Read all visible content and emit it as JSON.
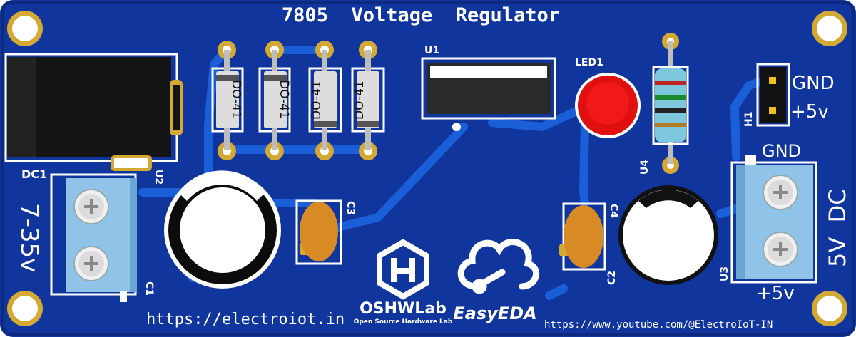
{
  "board": {
    "title": "7805  Voltage  Regulator",
    "url_left": "https://electroiot.in",
    "url_right": "https://www.youtube.com/@ElectroIoT-IN",
    "colors": {
      "pcb": "#10369e",
      "pcb_edge": "#0d2a80",
      "trace": "#1a5fd8",
      "silk": "#ffffff",
      "pad": "#d4a933",
      "terminal": "#8fc4e8",
      "cap_tan": "#d88a25",
      "led_red": "#e01010",
      "resistor": "#7ec8de"
    }
  },
  "labels": {
    "dc1": "DC1",
    "u1": "U1",
    "u2": "U2",
    "u3": "U3",
    "u4": "U4",
    "h1": "H1",
    "led1": "LED1",
    "c1": "C1",
    "c2": "C2",
    "c3": "C3",
    "c4": "C4",
    "diodes": [
      "DO-41",
      "DO-41",
      "DO-41",
      "DO-41"
    ],
    "input_range": "7-35v",
    "gnd_header": "GND",
    "v5_header": "+5v",
    "gnd_terminal": "GND",
    "v5_terminal": "+5v",
    "dc_5v": "5V  DC"
  },
  "logos": {
    "oshw_main": "OSHWLab",
    "oshw_sub": "Open Source Hardware Lab",
    "easyeda": "EasyEDA"
  },
  "icons": [
    "mounting-hole-icon",
    "screw-icon",
    "oshwlab-logo-icon",
    "easyeda-cloud-icon"
  ]
}
